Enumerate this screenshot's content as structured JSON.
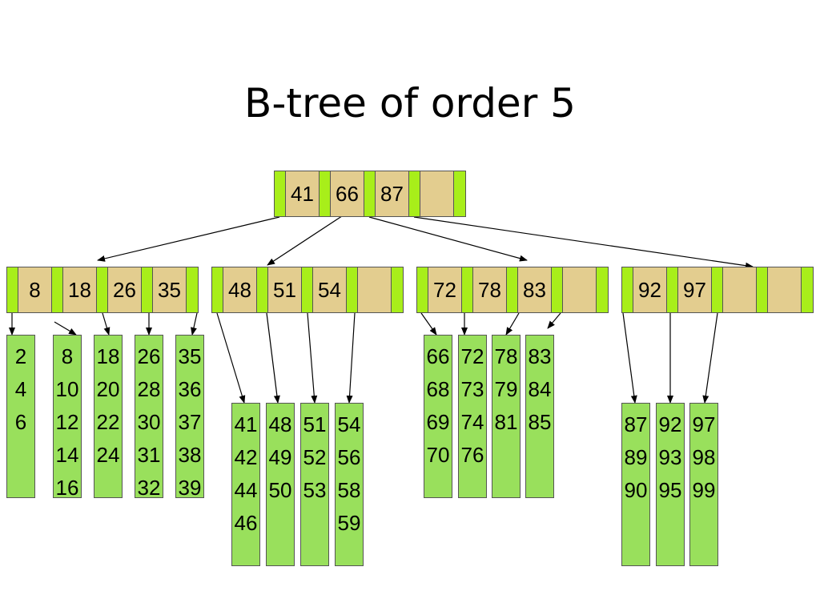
{
  "title": "B-tree of order 5",
  "colors": {
    "pointer": "#a8ee1a",
    "key": "#e3cd8f",
    "leaf": "#99e05c"
  },
  "root": {
    "keys": [
      "41",
      "66",
      "87",
      ""
    ]
  },
  "internal": [
    {
      "keys": [
        "8",
        "18",
        "26",
        "35"
      ]
    },
    {
      "keys": [
        "48",
        "51",
        "54",
        ""
      ]
    },
    {
      "keys": [
        "72",
        "78",
        "83",
        ""
      ]
    },
    {
      "keys": [
        "92",
        "97",
        "",
        ""
      ]
    }
  ],
  "leaves": [
    {
      "values": [
        "2",
        "4",
        "6"
      ]
    },
    {
      "values": [
        "8",
        "10",
        "12",
        "14",
        "16"
      ]
    },
    {
      "values": [
        "18",
        "20",
        "22",
        "24"
      ]
    },
    {
      "values": [
        "26",
        "28",
        "30",
        "31",
        "32"
      ]
    },
    {
      "values": [
        "35",
        "36",
        "37",
        "38",
        "39"
      ]
    },
    {
      "values": [
        "41",
        "42",
        "44",
        "46"
      ]
    },
    {
      "values": [
        "48",
        "49",
        "50"
      ]
    },
    {
      "values": [
        "51",
        "52",
        "53"
      ]
    },
    {
      "values": [
        "54",
        "56",
        "58",
        "59"
      ]
    },
    {
      "values": [
        "66",
        "68",
        "69",
        "70"
      ]
    },
    {
      "values": [
        "72",
        "73",
        "74",
        "76"
      ]
    },
    {
      "values": [
        "78",
        "79",
        "81"
      ]
    },
    {
      "values": [
        "83",
        "84",
        "85"
      ]
    },
    {
      "values": [
        "87",
        "89",
        "90"
      ]
    },
    {
      "values": [
        "92",
        "93",
        "95"
      ]
    },
    {
      "values": [
        "97",
        "98",
        "99"
      ]
    }
  ]
}
